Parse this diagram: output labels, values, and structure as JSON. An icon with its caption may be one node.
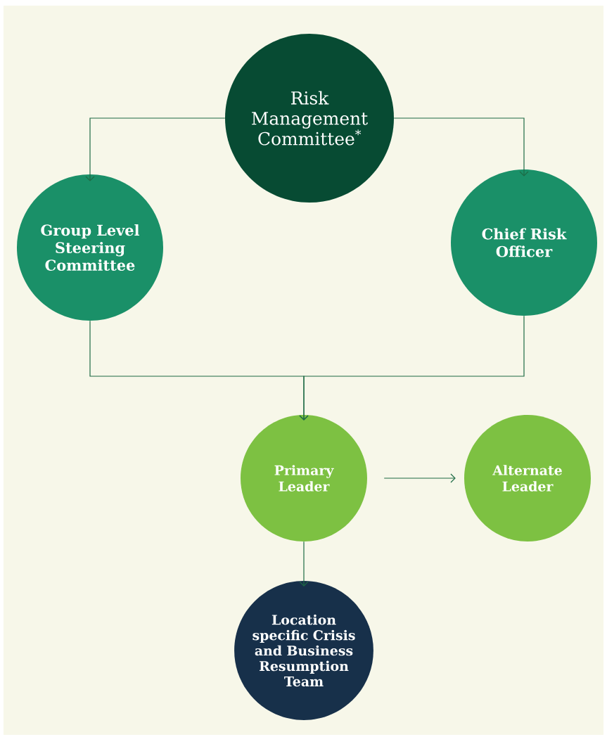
{
  "diagram": {
    "nodes": [
      {
        "text": [
          "Risk Management Committee$^{*}$"
        ]
      },
      {
        "text": [
          "Group Level Steering Committee"
        ]
      },
      {
        "text": [
          "Chief Risk Officer"
        ]
      },
      {
        "text": [
          "Primary Leader"
        ]
      },
      {
        "text": [
          "Alternate Leader"
        ]
      },
      {
        "text": [
          "Location specific Crisis and Business Resumption Team"
        ]
      }
    ],
    "edges": [
      {
        "from": 0,
        "to": 1,
        "arrow": "to"
      },
      {
        "from": 0,
        "to": 2,
        "arrow": "to"
      },
      {
        "from": 1,
        "to": 3,
        "arrow": "to"
      },
      {
        "from": 2,
        "to": 3,
        "arrow": "to"
      },
      {
        "from": 3,
        "to": 4,
        "arrow": "to"
      },
      {
        "from": 3,
        "to": 5,
        "arrow": "to"
      }
    ]
  }
}
